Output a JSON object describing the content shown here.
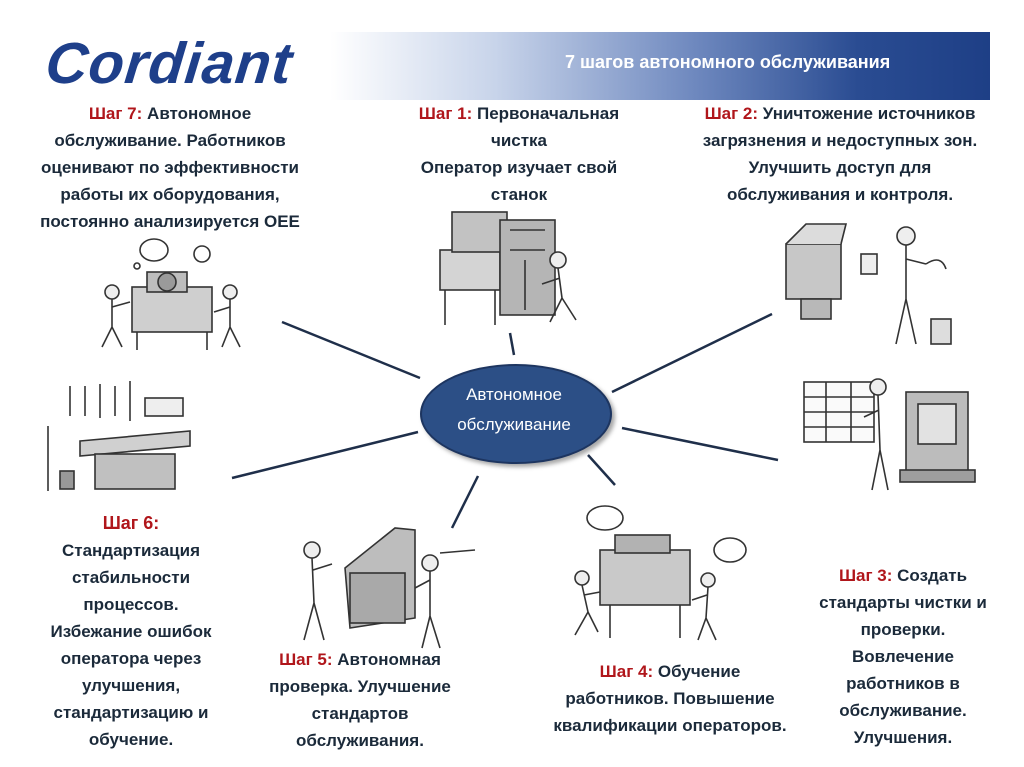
{
  "logo": {
    "text": "Cordiant"
  },
  "header": {
    "title": "7 шагов  автономного обслуживания"
  },
  "center": {
    "line1": "Автономное",
    "line2": "обслуживание"
  },
  "steps": [
    {
      "id": "step7",
      "label": "Шаг 7:",
      "lines": [
        "Автономное",
        "обслуживание. Работников",
        "оценивают по эффективности",
        "работы их оборудования,",
        "постоянно анализируется OEE"
      ]
    },
    {
      "id": "step1",
      "label": "Шаг 1:",
      "lines": [
        "Первоначальная",
        "чистка",
        "Оператор изучает свой",
        "станок"
      ]
    },
    {
      "id": "step2",
      "label": "Шаг 2:",
      "lines": [
        "Уничтожение источников",
        "загрязнения и недоступных зон.",
        "Улучшить доступ для",
        "обслуживания и контроля."
      ]
    },
    {
      "id": "step3",
      "label": "Шаг 3:",
      "lines": [
        "Создать",
        "стандарты чистки и",
        "проверки.",
        "Вовлечение",
        "работников в",
        "обслуживание.",
        "Улучшения."
      ]
    },
    {
      "id": "step4",
      "label": "Шаг 4:",
      "lines": [
        "Обучение",
        "работников. Повышение",
        "квалификации операторов."
      ]
    },
    {
      "id": "step5",
      "label": "Шаг 5:",
      "lines": [
        "Автономная",
        "проверка. Улучшение",
        "стандартов",
        "обслуживания."
      ]
    },
    {
      "id": "step6",
      "label": "Шаг 6:",
      "lines": [
        "Стандартизация",
        "стабильности",
        "процессов.",
        "Избежание ошибок",
        "оператора через",
        "улучшения,",
        "стандартизацию и",
        "обучение."
      ]
    }
  ],
  "colors": {
    "accent": "#b0161b",
    "hub": "#2c4f86",
    "logo": "#1e3f8a",
    "line": "#1f2f4a"
  },
  "icons": [
    "machine-illustration",
    "worker-illustration",
    "toolboard-illustration"
  ]
}
